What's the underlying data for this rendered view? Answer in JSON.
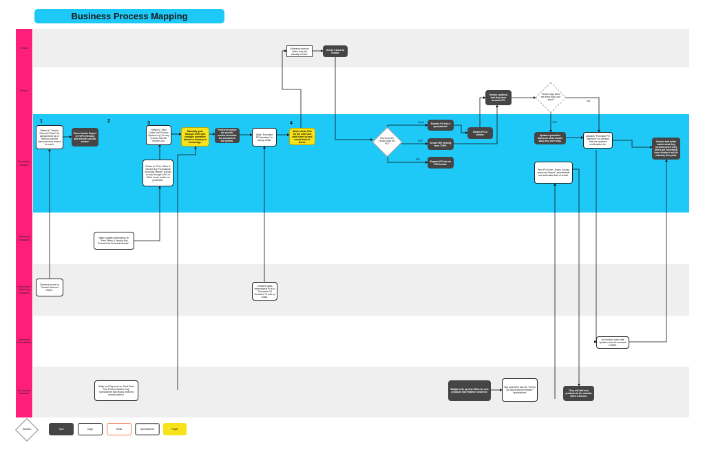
{
  "title": "Business Process Mapping",
  "lanes": [
    {
      "label": "Vendor"
    },
    {
      "label": "Vendor"
    },
    {
      "label": "Purchasing Analyst"
    },
    {
      "label": "Marketing Specialist"
    },
    {
      "label": "Ecommerce Marketing Specialist"
    },
    {
      "label": "Marketing Administrator"
    },
    {
      "label": "Purchasing Assistant"
    }
  ],
  "steps": [
    "1",
    "2",
    "3",
    "4"
  ],
  "nodes": {
    "n1": "Refers to \"Vendor Discount Sheet\" for alphabetized list of vendors and the discounts they receive for each.",
    "n2": "Runs Vendor Report in TOPS (Vendor) and selects specific vendor.",
    "n3": "Refers to \"Mail Order Tool Promos System Log\" for any promos that the vendors run.",
    "n4": "Manually goes through sheet and changes quantities based on memory or knowledge.",
    "n5": "Preferred vendor for specific vendor and adds the amounts to the system.",
    "n6": "Adds \"Purchase PO Numbers\" to add up totals.",
    "n7": "Writes down POs for the week and adds them up and sends them to Derek.",
    "n8": "Refers to \"Free Offers & Vendor Buy Promotional Schedule Master\" but has to look through 100's of SKUs to see what's on promotion.",
    "n9": "Marie updates information on \"Free Offers & Vendor Buy Promotional Schedule Master\".",
    "n10": "Charlene works on \"Vendor Discount Sheet\".",
    "n11": "Charlene adds international POs to \"Purchase PO Numbers\" to add up totals.",
    "n12": "Wally and Gigi work on \"Mail Order Tool Promos System Log\" spreadsheet that shows received vendor promos.",
    "n13": "Subtracts what he thinks they will actually receive.",
    "n14": "Sends it back to Vendor.",
    "n15": "Exports PO into a spreadsheet.",
    "n16": "Sends PDF directly from TOPS.",
    "n17": "Emails PO to vendor.",
    "n18": "Exports PO into an EDI format.",
    "n19": "Vendor confirms that they have received PO.",
    "n20": "Updates quantities based on what vendor says they can't ship.",
    "n21": "Updates \"Purchase PO Numbers\" for vendors that she receives confirmation for.",
    "n22": "Checks that totals match what they received and if they didn't get everything from Vendor it will be noted by this point.",
    "n23": "Puts PO in the \"Jerry's cut day sequence Master\" spreadsheet and estimated date of arrival.",
    "n24": "Ad revision order date updates what he received in BMS.",
    "n25": "Badgar sets up new SKUs for new products that Heather sends her.",
    "n26": "Gigi puts them into the \"Jerry's cut day sequence Master\" spreadsheet.",
    "n27": "They will add new products to the website when it arrives."
  },
  "decisions": {
    "d1": "How does the vendor want the PO?",
    "d2": "Vendor says there are items they can't send?"
  },
  "edge_labels": {
    "excel": "Excel",
    "pdf": "PDF",
    "edi": "EDI",
    "yes": "YES",
    "no": "NO"
  },
  "legend": {
    "decision": "Decision",
    "tape": "Tape",
    "cage": "Cage",
    "rma": "RMA",
    "spreadsheet": "Spreadsheet",
    "paper": "Paper"
  },
  "colors": {
    "title_bar": "#1ec8f7",
    "lane_header": "#ff1f7a",
    "highlight_lane": "#1ec8f7",
    "alt_lane": "#efefef",
    "tape": "#454545",
    "paper": "#f8e21a",
    "rma_border": "#f07a4e"
  }
}
